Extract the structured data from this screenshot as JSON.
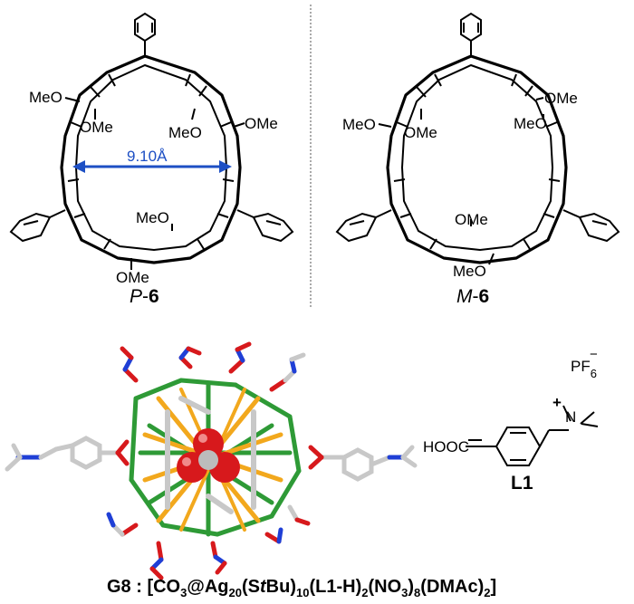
{
  "top_left": {
    "labels": {
      "meo_a": "MeO",
      "ome_a": "OMe",
      "meo_b": "MeO",
      "ome_b": "OMe",
      "meo_c": "MeO",
      "ome_c": "OMe"
    },
    "measurement": "9.10Å",
    "caption_prefix": "P",
    "caption_num": "6"
  },
  "top_right": {
    "labels": {
      "ome_a": "OMe",
      "meo_a": "MeO",
      "ome_b": "OMe",
      "meo_b": "MeO",
      "ome_c": "OMe",
      "meo_c": "MeO"
    },
    "caption_prefix": "M",
    "caption_num": "6"
  },
  "ligand": {
    "acid": "HOOC",
    "counterion": "PF",
    "counterion_sub": "6",
    "counterion_sup": "−",
    "cation_sign": "+",
    "nitrogen": "N",
    "name": "L1"
  },
  "formula": {
    "label": "G8 : [CO",
    "co_sub": "3",
    "ag": "@Ag",
    "ag_sub": "20",
    "st": "(S",
    "tbu": "t",
    "bu": "Bu)",
    "bu_sub": "10",
    "l1": "(L1-H)",
    "l1_sub": "2",
    "no3": "(NO",
    "no3_sub": "3",
    "no3_close": ")",
    "no3_mult": "8",
    "dmac": "(DMAc)",
    "dmac_sub": "2",
    "end": "]"
  },
  "colors": {
    "measure_arrow": "#1d4fc4",
    "silver": "#f2a81d",
    "sulfur_bond": "#2e9a36",
    "oxygen": "#d7191c",
    "nitrogen": "#1f3fd6",
    "carbon": "#c8c8c8"
  }
}
